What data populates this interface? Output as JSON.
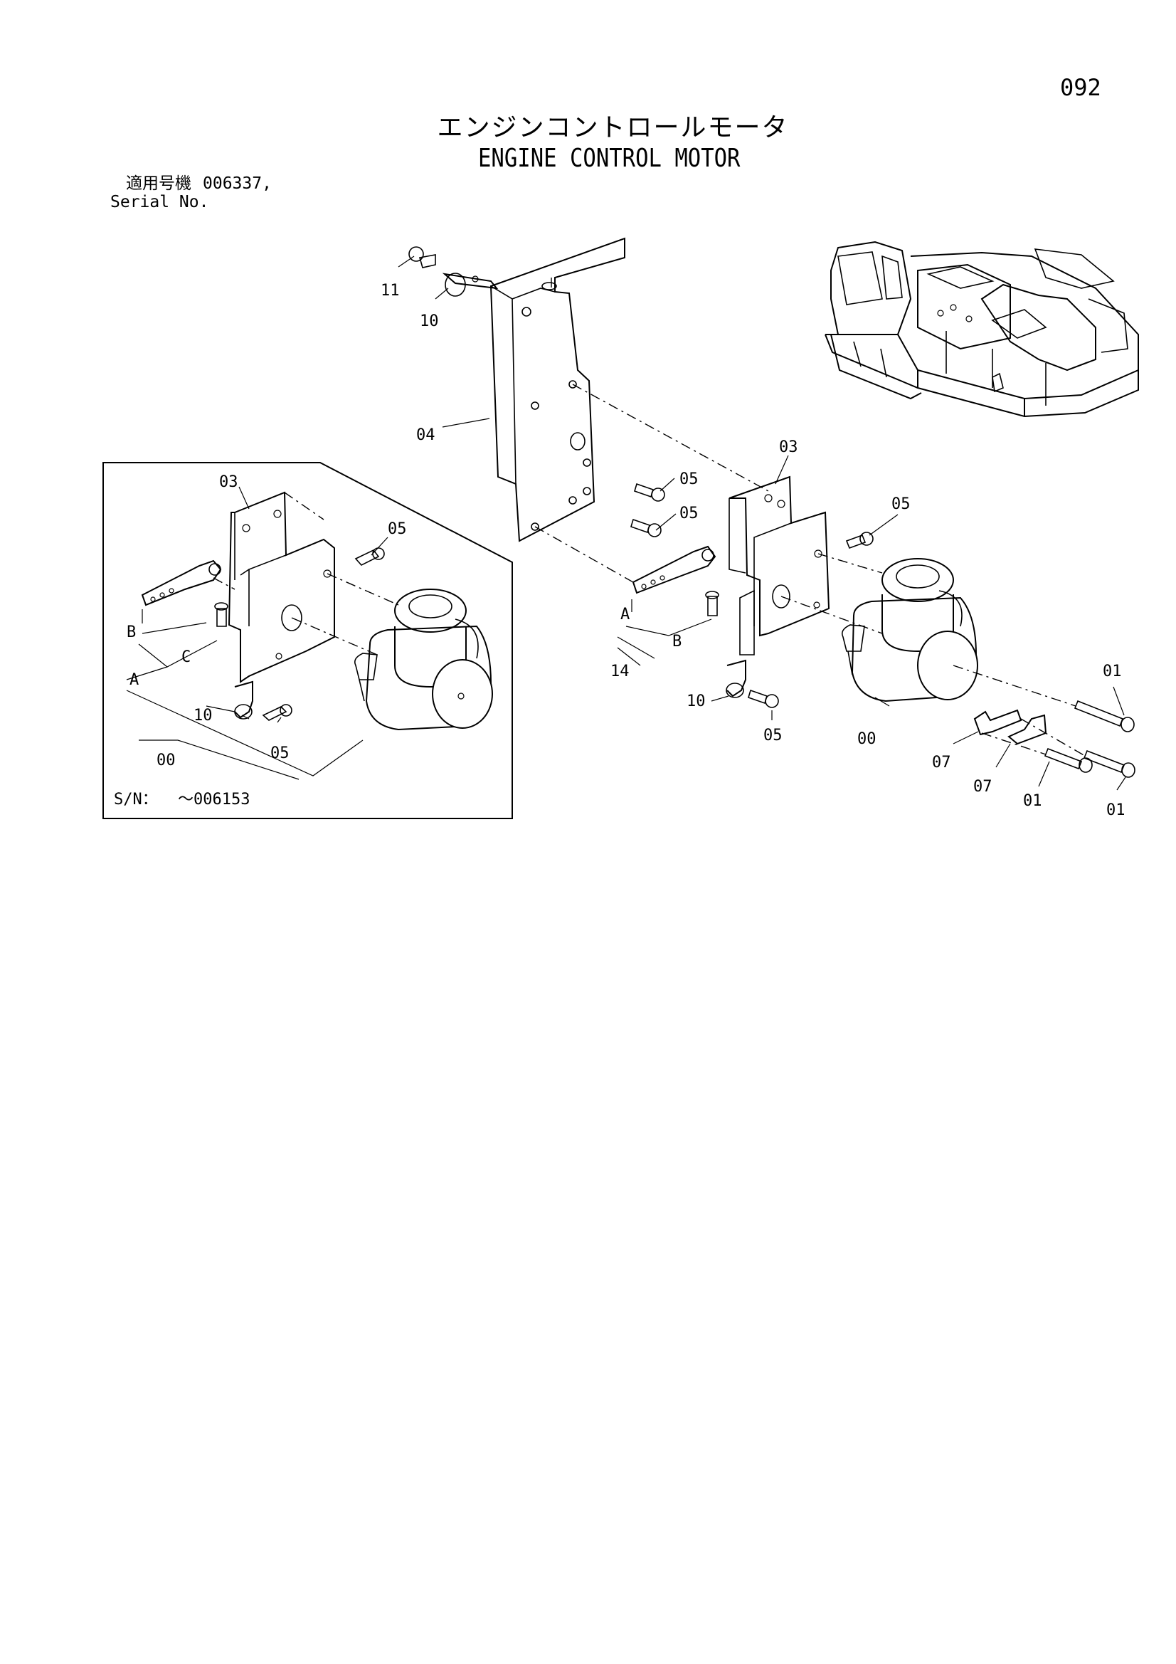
{
  "header": {
    "page_number": "092",
    "title_jp": "エンジンコントロールモータ",
    "title_en": "ENGINE CONTROL MOTOR",
    "serial_label_jp": "適用号機",
    "serial_value": "006337,",
    "serial_label_en": "Serial No."
  },
  "inset": {
    "sn_label": "S/N：",
    "sn_value": "～006153"
  },
  "callouts": {
    "c11": "11",
    "c10_top": "10",
    "c04": "04",
    "c03_inset": "03",
    "c05_inset_a": "05",
    "cB_inset": "B",
    "cC_inset": "C",
    "cA_inset": "A",
    "c10_inset": "10",
    "c05_inset_b": "05",
    "c00_inset": "00",
    "c05_mid_a": "05",
    "c05_mid_b": "05",
    "c03_main": "03",
    "c05_right": "05",
    "cA_main": "A",
    "cB_main": "B",
    "c14": "14",
    "c10_main": "10",
    "c05_main_low": "05",
    "c00_main": "00",
    "c01_a": "01",
    "c07_a": "07",
    "c07_b": "07",
    "c01_b": "01",
    "c01_c": "01"
  }
}
